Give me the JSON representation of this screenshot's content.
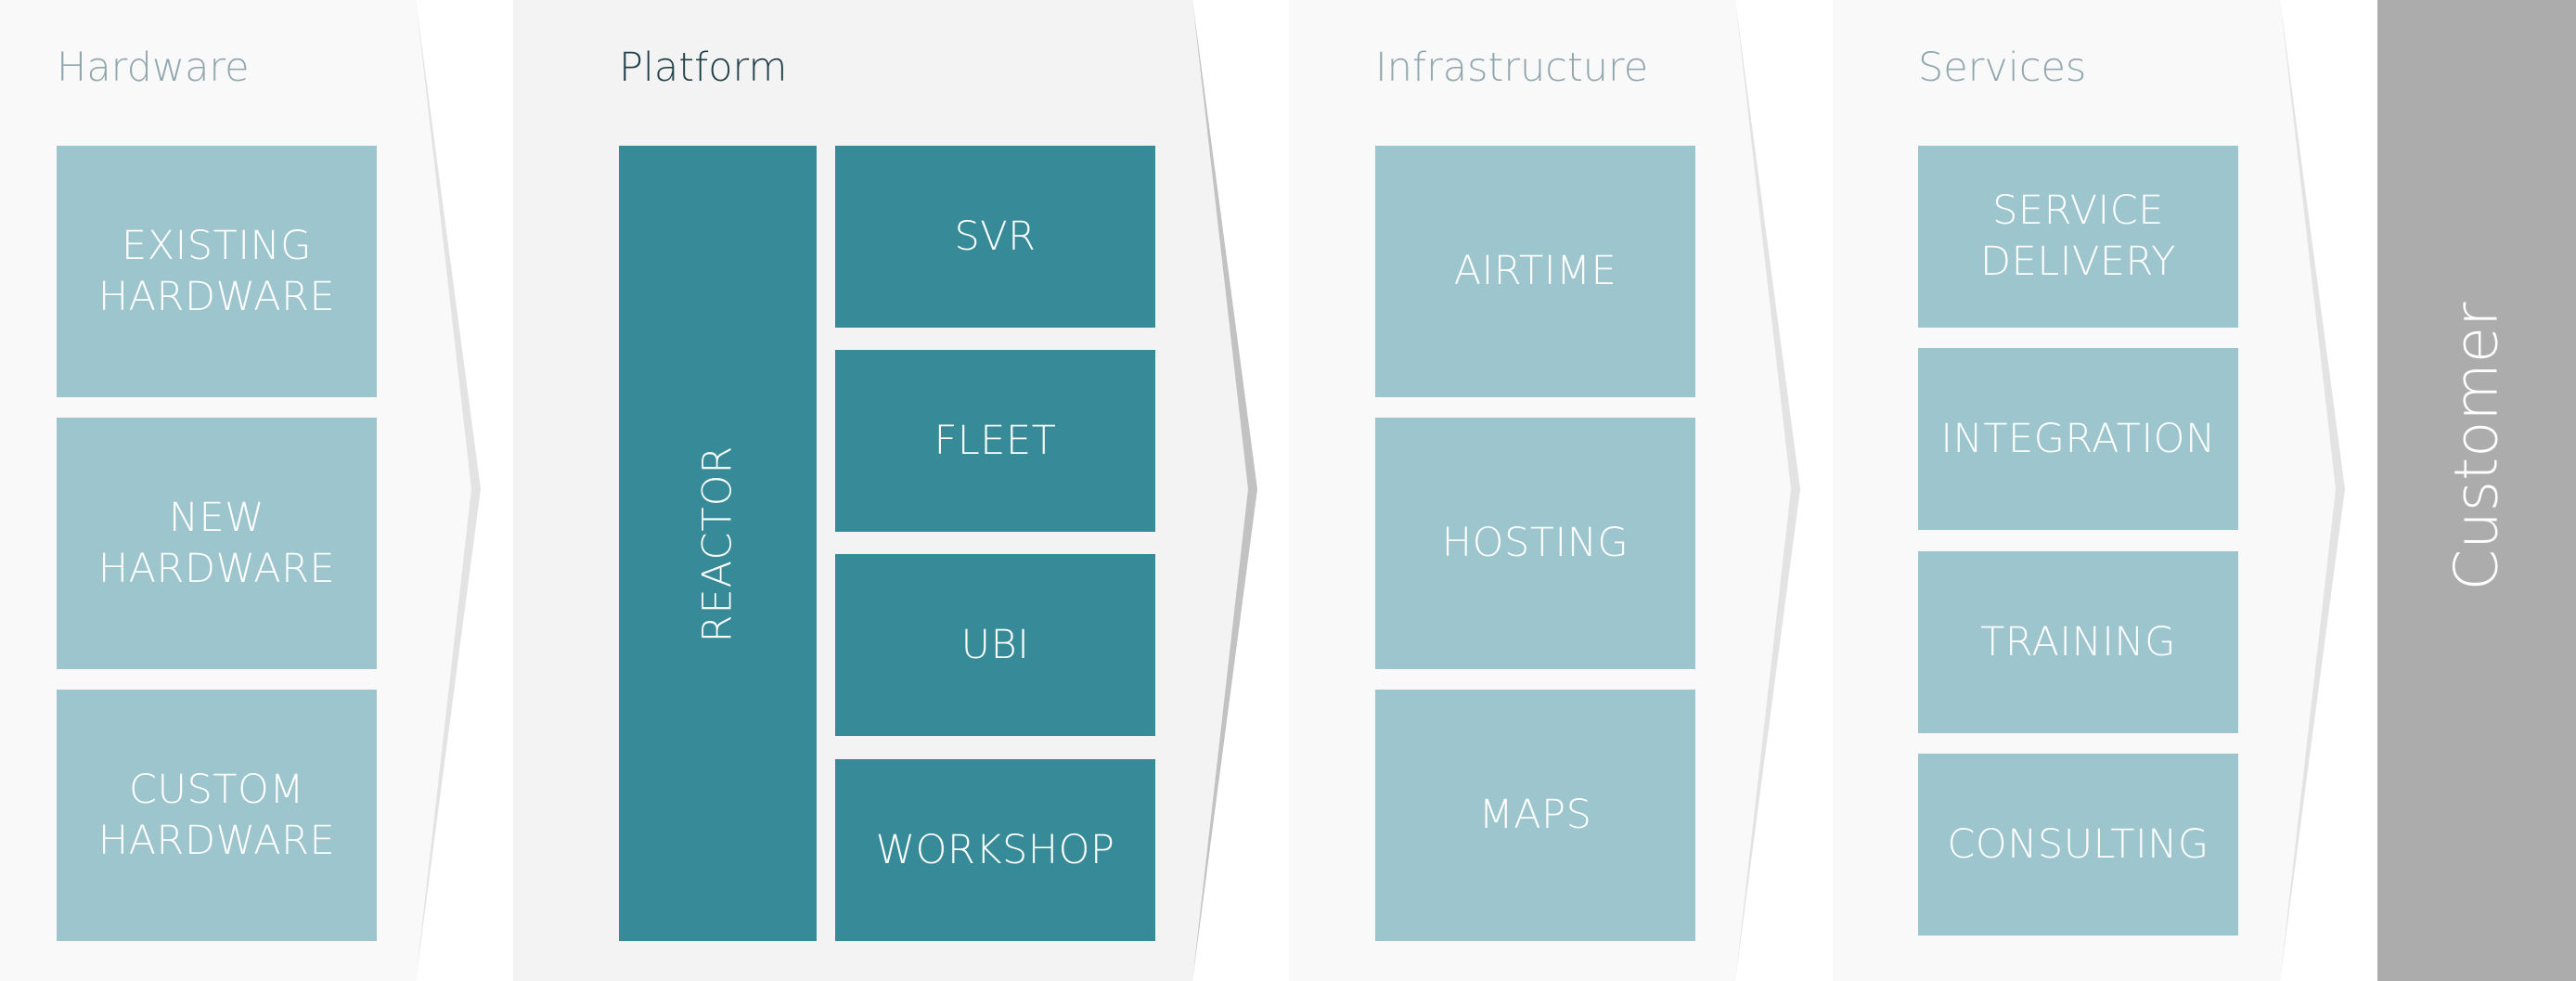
{
  "columns": [
    {
      "title": "Hardware",
      "items": [
        "EXISTING\nHARDWARE",
        "NEW\nHARDWARE",
        "CUSTOM\nHARDWARE"
      ]
    },
    {
      "title": "Platform",
      "core": "REACTOR",
      "items": [
        "SVR",
        "FLEET",
        "UBI",
        "WORKSHOP"
      ]
    },
    {
      "title": "Infrastructure",
      "items": [
        "AIRTIME",
        "HOSTING",
        "MAPS"
      ]
    },
    {
      "title": "Services",
      "items": [
        "SERVICE\nDELIVERY",
        "INTEGRATION",
        "TRAINING",
        "CONSULTING"
      ]
    }
  ],
  "customer": {
    "label": "Customer"
  },
  "colors": {
    "panel": "#f9f9f9",
    "panel_active": "#f3f3f3",
    "arrow_shadow": "#e3e3e3",
    "arrow_shadow_dark": "#c2c2c2",
    "box_light": "#9dc5cd",
    "box_dark": "#378b98",
    "customer_bar": "#acacac",
    "title_muted": "#8fa7ad",
    "title_active": "#1d3f48"
  }
}
